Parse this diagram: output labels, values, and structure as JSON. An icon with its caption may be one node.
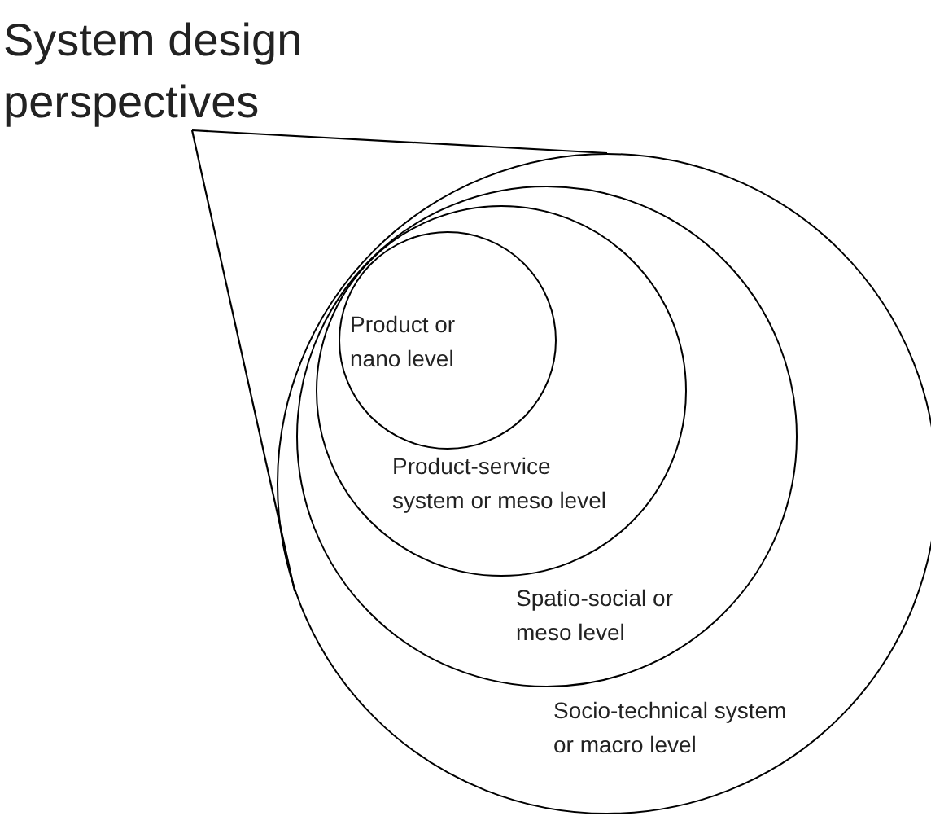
{
  "diagram": {
    "nodes": [
      {
        "text": [
          "System design perspectives"
        ]
      },
      {
        "text": [
          "Socio-technical system or macro level"
        ]
      },
      {
        "text": [
          "Spatio-social or meso level"
        ],
        "in": 1
      },
      {
        "text": [
          "Product-service system or meso level"
        ],
        "in": 2
      },
      {
        "text": [
          "Product or nano level"
        ],
        "in": 3
      }
    ],
    "edges": [
      {
        "from": 0,
        "to": 1,
        "arrow": "none"
      },
      {
        "from": 0,
        "to": 1,
        "arrow": "none"
      }
    ]
  }
}
